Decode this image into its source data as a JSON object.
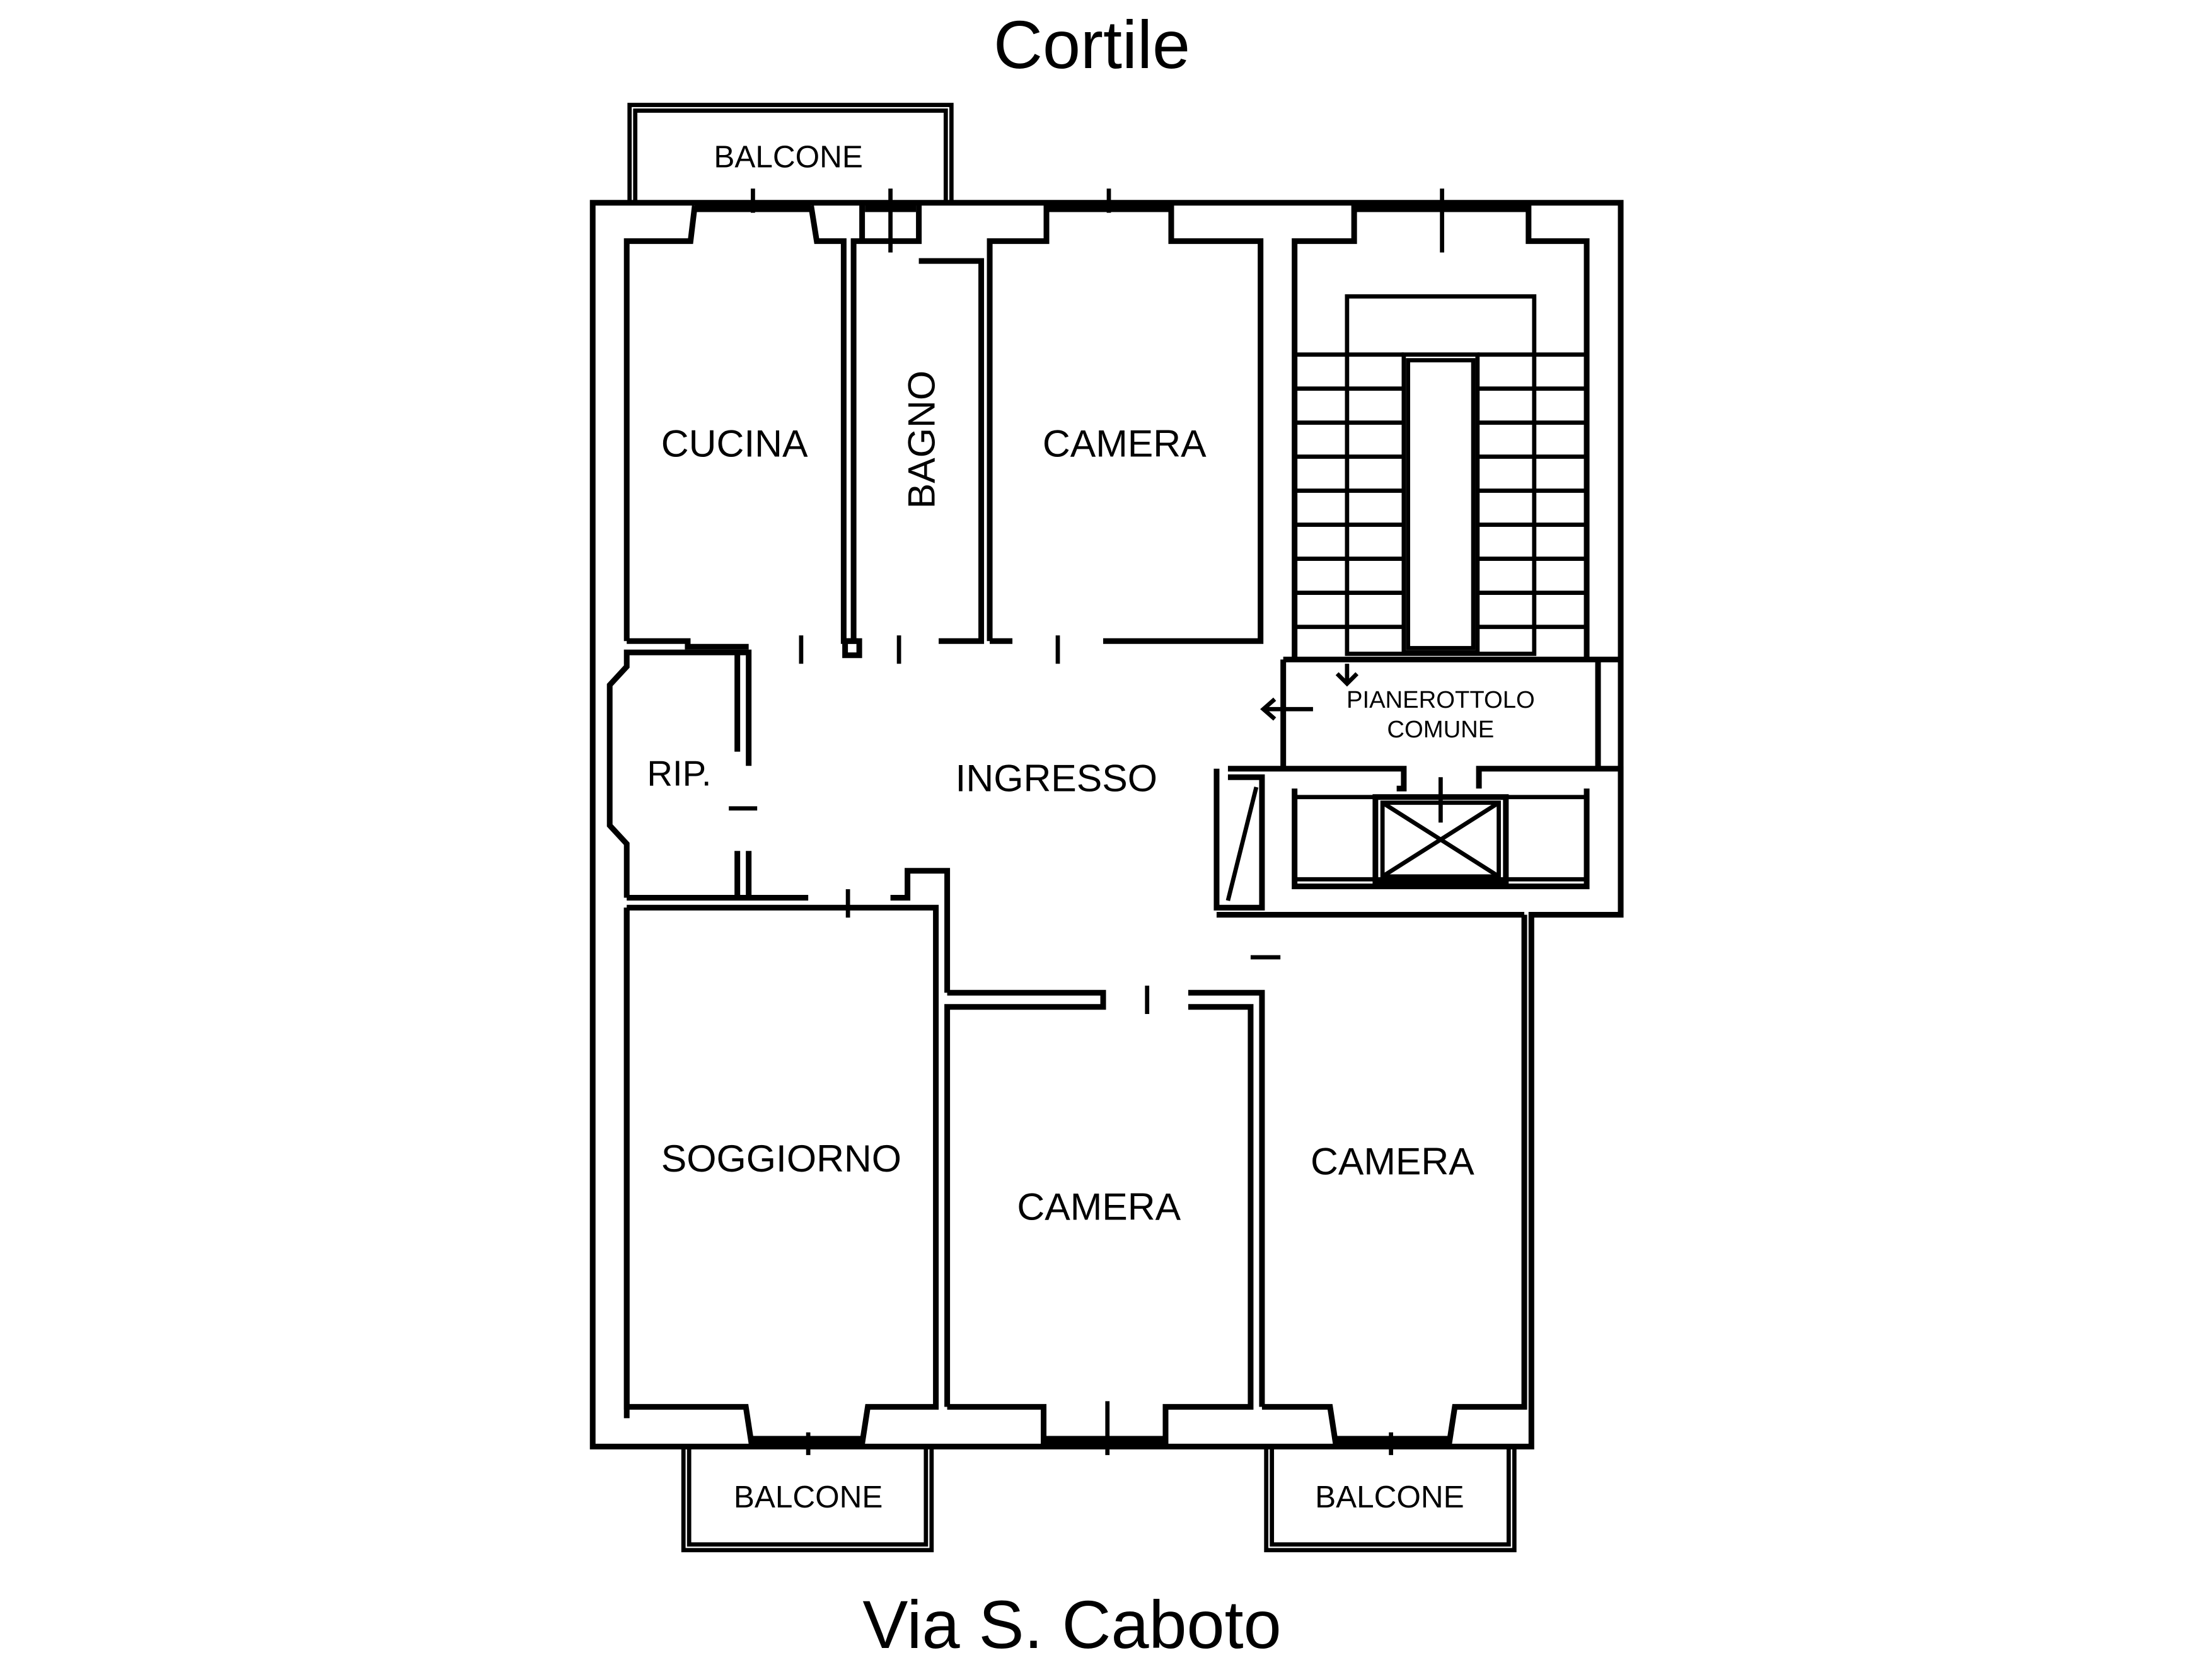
{
  "labels": {
    "north_street": "Cortile",
    "south_street": "Via S. Caboto",
    "balcone_top": "BALCONE",
    "balcone_bottom_left": "BALCONE",
    "balcone_bottom_right": "BALCONE",
    "cucina": "CUCINA",
    "bagno": "BAGNO",
    "camera_top": "CAMERA",
    "ripostiglio": "RIP.",
    "ingresso": "INGRESSO",
    "pianerottolo_line1": "PIANEROTTOLO",
    "pianerottolo_line2": "COMUNE",
    "soggiorno": "SOGGIORNO",
    "camera_bottom_mid": "CAMERA",
    "camera_bottom_right": "CAMERA"
  }
}
